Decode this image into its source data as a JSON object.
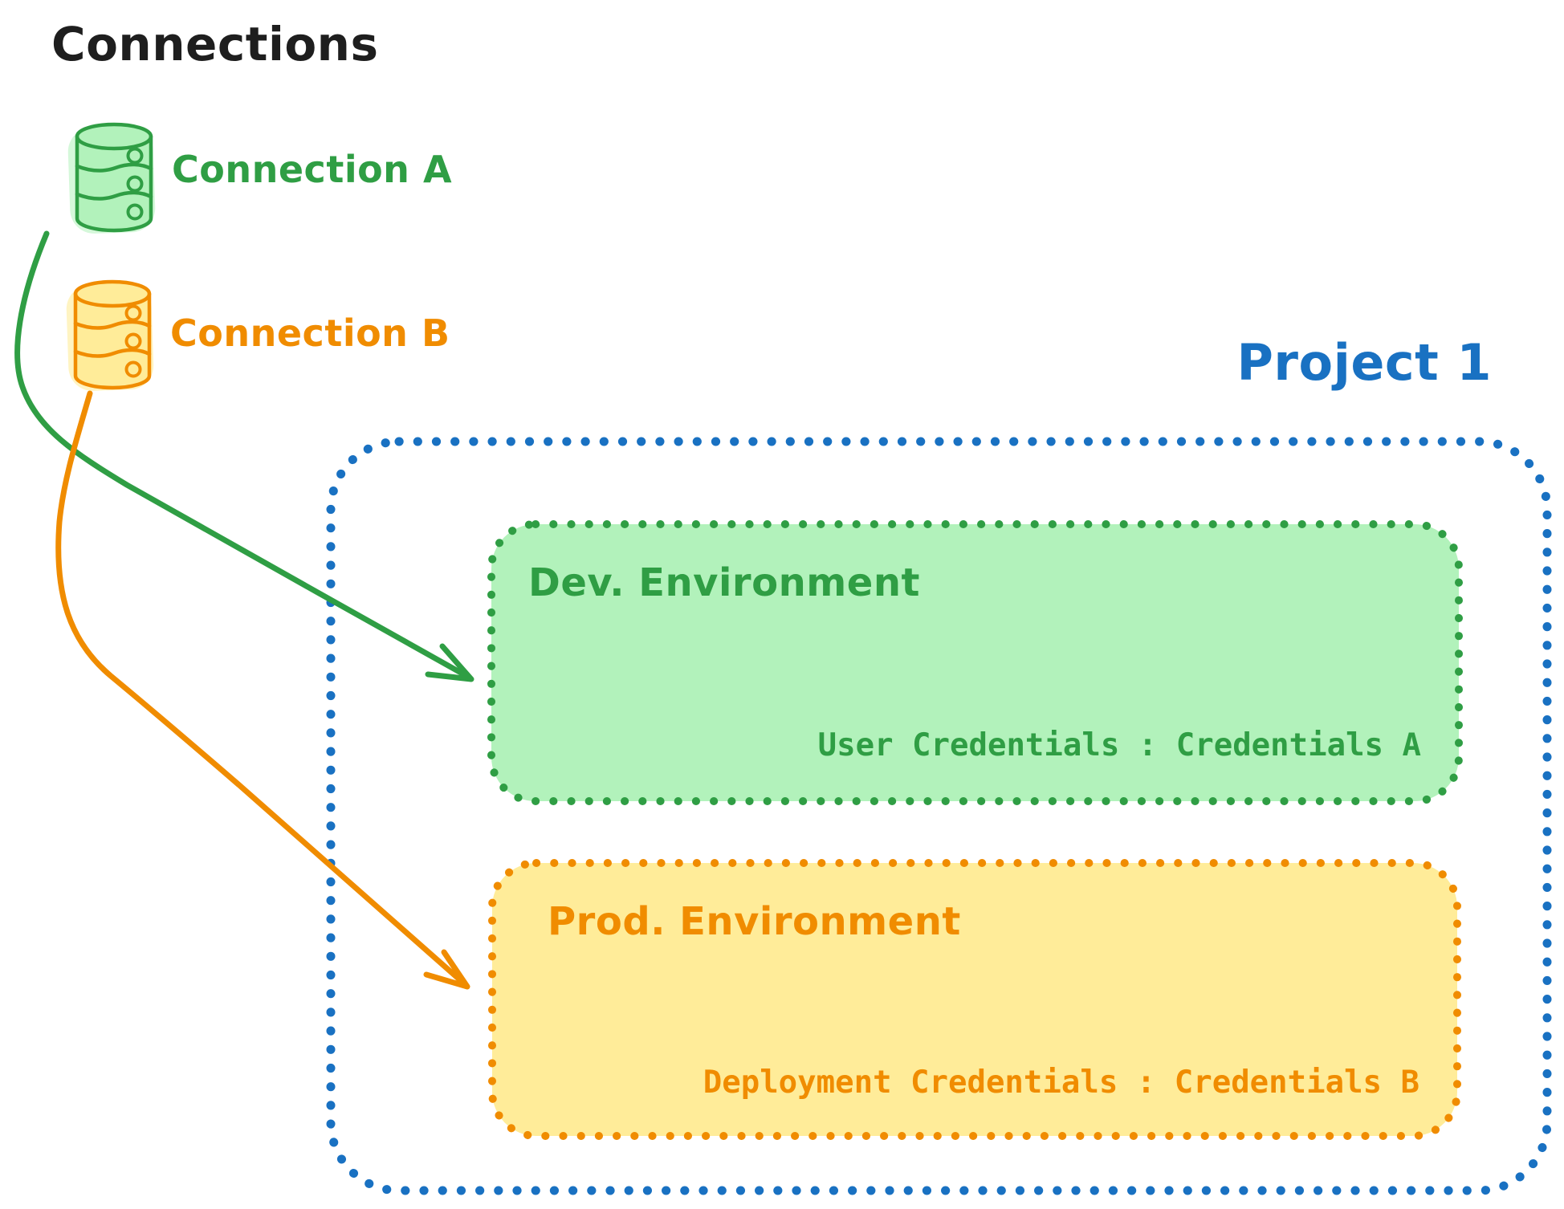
{
  "title": "Connections",
  "colors": {
    "ink": "#1e1e1e",
    "green": "#2f9e44",
    "green_fill": "#b2f2bb",
    "orange": "#f08c00",
    "orange_fill": "#ffec99",
    "blue": "#1971c2"
  },
  "connections": [
    {
      "label": "Connection A",
      "color": "green",
      "icon": "database-icon"
    },
    {
      "label": "Connection B",
      "color": "orange",
      "icon": "database-icon"
    }
  ],
  "project": {
    "title": "Project 1",
    "environments": [
      {
        "name": "Dev. Environment",
        "credentials": "User Credentials : Credentials A",
        "color": "green"
      },
      {
        "name": "Prod. Environment",
        "credentials": "Deployment Credentials : Credentials B",
        "color": "orange"
      }
    ]
  }
}
